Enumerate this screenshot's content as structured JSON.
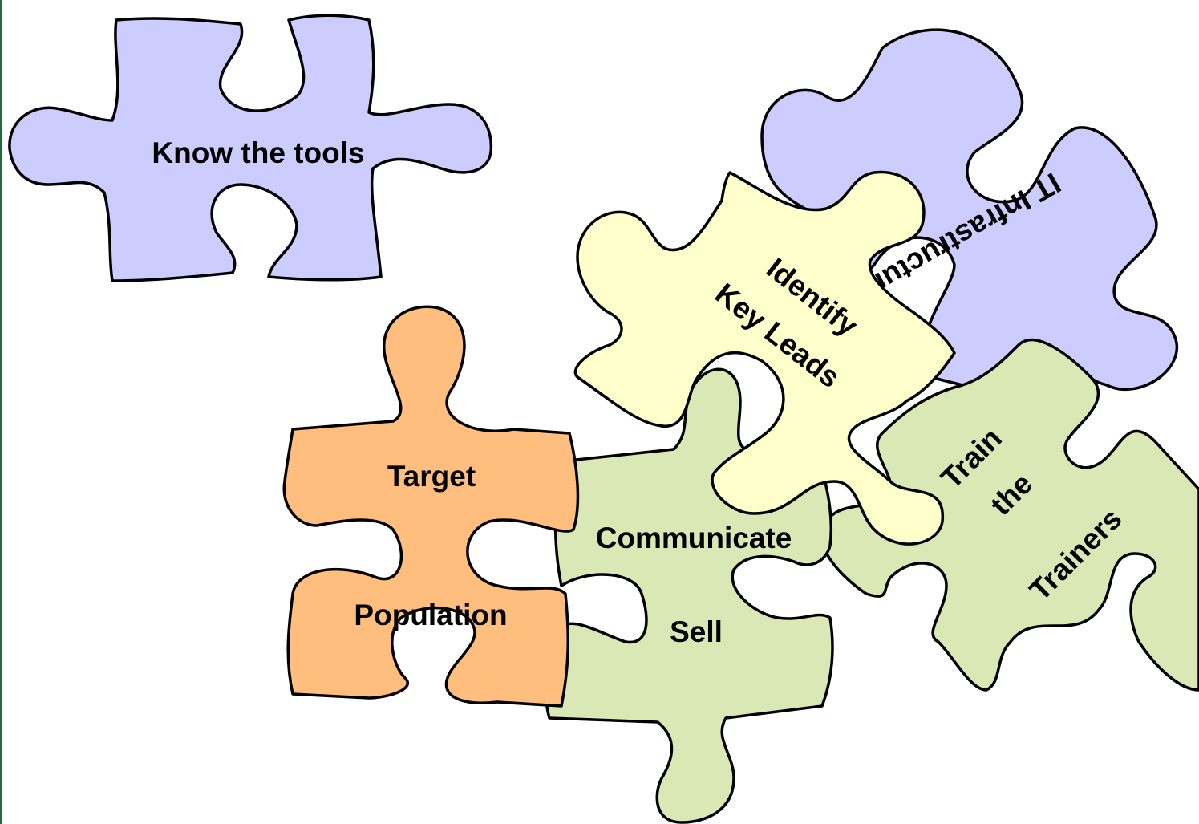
{
  "pieces": {
    "know_tools": {
      "lines": [
        "Know the tools"
      ],
      "color": "#ccccff"
    },
    "it_infra": {
      "lines": [
        "IT Infrastructure"
      ],
      "color": "#ccccff"
    },
    "train_trainers": {
      "lines": [
        "Train",
        "the",
        "Trainers"
      ],
      "color": "#d9e8b5"
    },
    "communicate_sell": {
      "lines": [
        "Communicate",
        "Sell"
      ],
      "color": "#d9e8b5"
    },
    "target_population": {
      "lines": [
        "Target",
        "Population"
      ],
      "color": "#ffbe7e"
    },
    "identify_leads": {
      "lines": [
        "Identify",
        "Key Leads"
      ],
      "color": "#ffffcc"
    }
  },
  "colors": {
    "background": "#ffffff",
    "outline": "#000000",
    "edge_line": "#1e6b3c"
  }
}
